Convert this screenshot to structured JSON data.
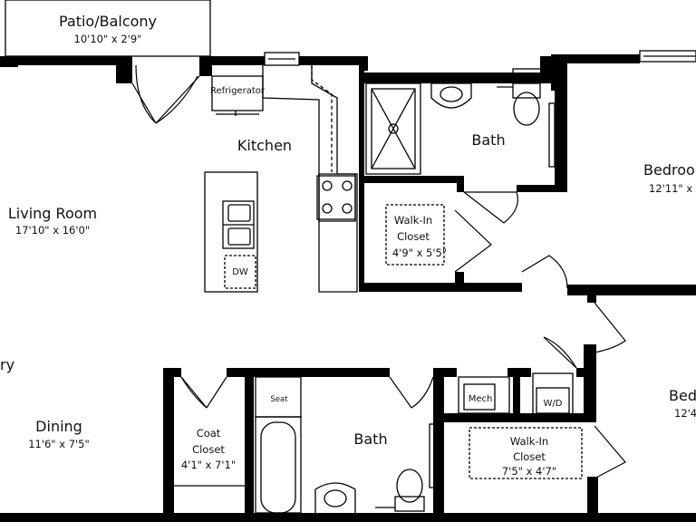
{
  "rooms": {
    "patio": {
      "name": "Patio/Balcony",
      "dims": "10'10\" x 2'9\""
    },
    "living": {
      "name": "Living Room",
      "dims": "17'10\" x 16'0\""
    },
    "kitchen": {
      "name": "Kitchen"
    },
    "bath1": {
      "name": "Bath"
    },
    "bedroom1": {
      "name": "Bedroo",
      "dims": "12'11\" x 1"
    },
    "walkin1": {
      "name1": "Walk-In",
      "name2": "Closet",
      "dims": "4'9\" x 5'5\""
    },
    "entry_fragment": "ry",
    "dining": {
      "name": "Dining",
      "dims": "11'6\" x 7'5\""
    },
    "coat": {
      "name1": "Coat",
      "name2": "Closet",
      "dims": "4'1\" x 7'1\""
    },
    "bath2": {
      "name": "Bath"
    },
    "walkin2": {
      "name1": "Walk-In",
      "name2": "Closet",
      "dims": "7'5\" x 4'7\""
    },
    "bedroom2": {
      "name": "Bed",
      "dims": "12'4"
    }
  },
  "fixtures": {
    "refrigerator": "Refrigerator",
    "dw": "DW",
    "seat": "Seat",
    "mech": "Mech",
    "wd": "W/D"
  }
}
